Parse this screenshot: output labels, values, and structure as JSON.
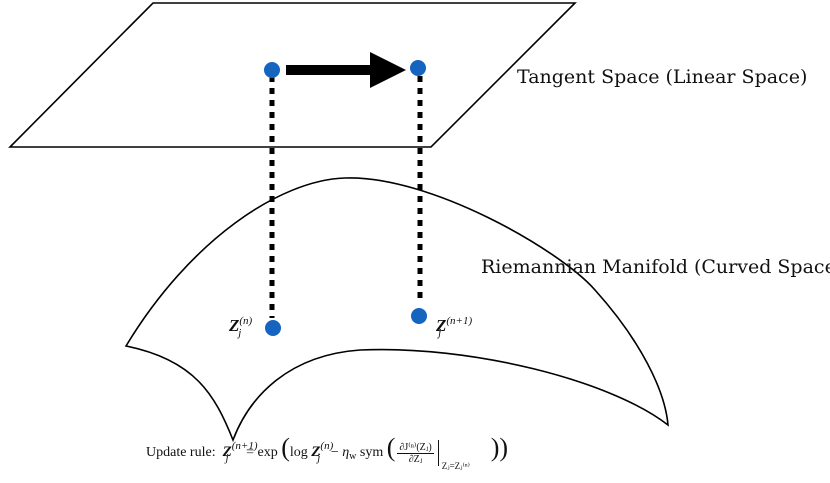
{
  "labels": {
    "tangent_space": "Tangent Space (Linear Space)",
    "manifold": "Riemannian Manifold (Curved Space)"
  },
  "points": {
    "zn": {
      "var": "Z",
      "sup": "(n)",
      "sub": "j"
    },
    "zn1": {
      "var": "Z",
      "sup": "(n+1)",
      "sub": "j"
    }
  },
  "update_rule": {
    "prefix": "Update rule:",
    "lhs_var": "Z",
    "lhs_sup": "(n+1)",
    "lhs_sub": "j",
    "equals": "= exp",
    "log": "log",
    "z_var": "Z",
    "z_sup": "(n)",
    "z_sub": "j",
    "minus": "−",
    "eta": "η",
    "eta_sub": "w",
    "sym": "sym",
    "frac_num": "∂J⁽ⁿ⁾(Zⱼ)",
    "frac_den": "∂Zⱼ",
    "eval": "Zⱼ=Zⱼ⁽ⁿ⁾"
  },
  "colors": {
    "point": "#1565c0",
    "line": "#000000"
  }
}
